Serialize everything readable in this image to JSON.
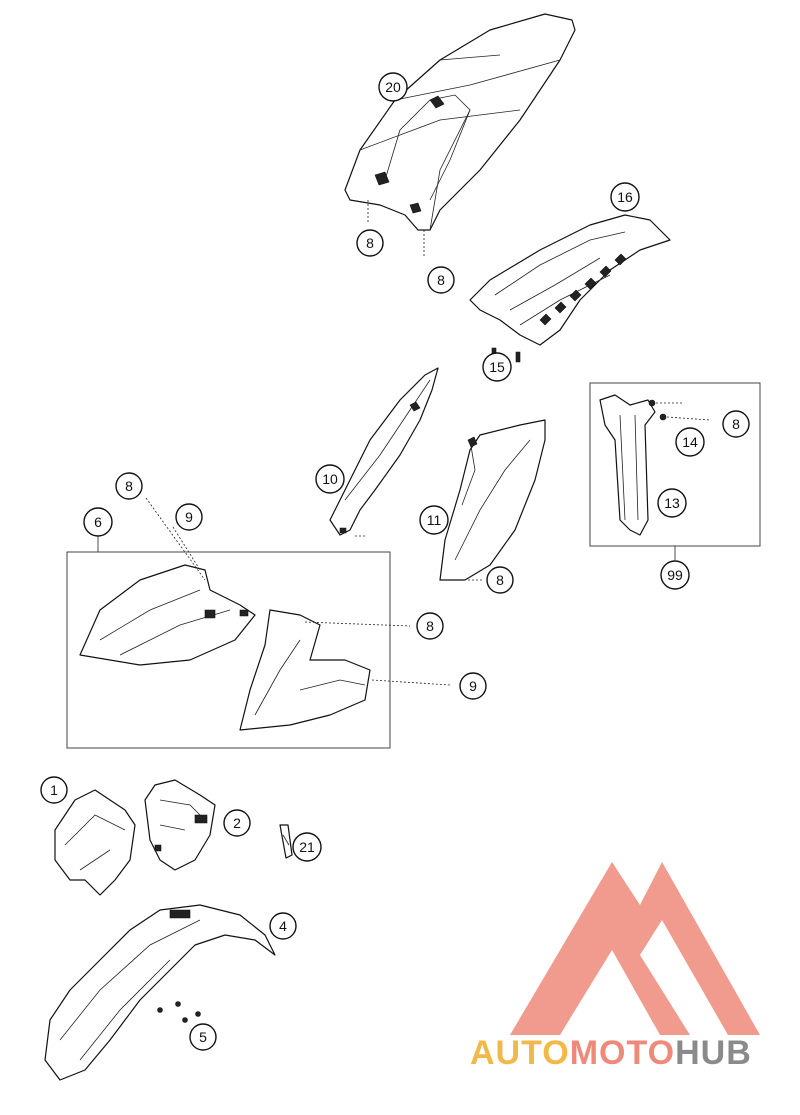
{
  "callouts": {
    "c20": "20",
    "c8a": "8",
    "c8b": "8",
    "c16": "16",
    "c15": "15",
    "c8c": "8",
    "c14": "14",
    "c13": "13",
    "c99": "99",
    "c10": "10",
    "c11": "11",
    "c8d": "8",
    "c8e": "8",
    "c9a": "9",
    "c6": "6",
    "c8f": "8",
    "c9b": "9",
    "c1": "1",
    "c2": "2",
    "c21": "21",
    "c4": "4",
    "c5": "5"
  },
  "watermark": {
    "auto": "AUTO",
    "moto": "MOTO",
    "hub": "HUB",
    "colors": {
      "auto": "#f2b94a",
      "moto": "#ef8a7b",
      "hub": "#8a8a8a",
      "mark": "#ef8a7b"
    }
  }
}
